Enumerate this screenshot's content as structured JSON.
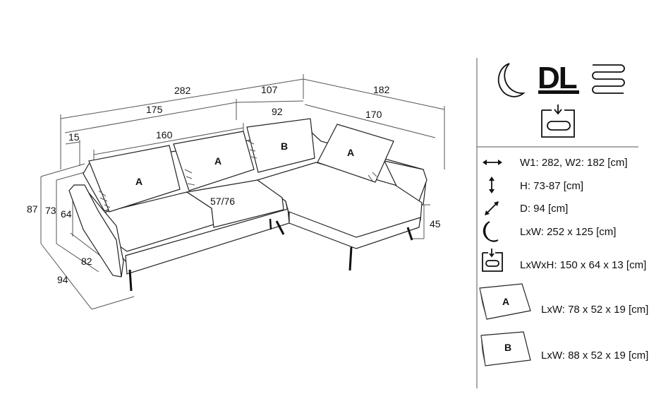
{
  "dimensions": {
    "w_total": "282",
    "w_mid": "107",
    "w_chaise": "182",
    "w_main": "175",
    "w_b": "92",
    "w_chaise_depth": "170",
    "arm": "15",
    "w_seat": "160",
    "seat_depth": "57/76",
    "h_total": "87",
    "h_back": "73",
    "h_arm": "64",
    "seat_d": "82",
    "depth": "94",
    "seat_h": "45"
  },
  "cushions": {
    "a": "A",
    "b": "B"
  },
  "icons": {
    "sleep": "crescent-moon-icon",
    "dl_logo": "DL",
    "spring": "spring-coil-icon",
    "storage": "storage-box-icon"
  },
  "specs": [
    {
      "icon": "width-arrow-icon",
      "text": "W1: 282, W2: 182 [cm]"
    },
    {
      "icon": "height-arrow-icon",
      "text": "H: 73-87 [cm]"
    },
    {
      "icon": "depth-arrow-icon",
      "text": "D: 94 [cm]"
    },
    {
      "icon": "crescent-moon-icon",
      "text": "LxW: 252 x 125 [cm]"
    },
    {
      "icon": "storage-box-icon",
      "text": "LxWxH: 150 x 64 x 13 [cm]"
    }
  ],
  "pillows": [
    {
      "label": "A",
      "text": "LxW: 78 x 52 x 19 [cm]"
    },
    {
      "label": "B",
      "text": "LxW: 88 x 52 x 19 [cm]"
    }
  ]
}
